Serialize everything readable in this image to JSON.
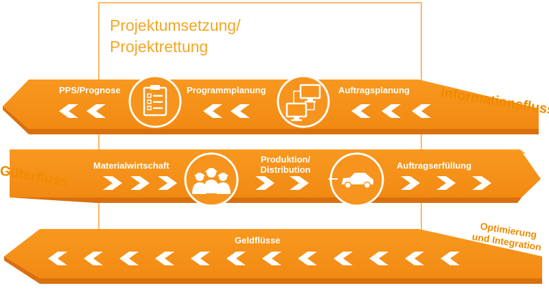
{
  "box_title": {
    "line1": "Projektumsetzung/",
    "line2": "Projektrettung"
  },
  "side_labels": {
    "information_flow": "Informationsfluss",
    "goods_flow": "Güterfluss",
    "optimization_line1": "Optimierung",
    "optimization_line2": "und Integration"
  },
  "band_information": {
    "stage1": "PPS/Prognose",
    "stage2": "Programmplanung",
    "stage3": "Auftragsplanung",
    "direction": "left",
    "icons": [
      "clipboard-checklist-icon",
      "computer-network-icon"
    ]
  },
  "band_goods": {
    "stage1": "Materialwirtschaft",
    "stage2_line1": "Produktion/",
    "stage2_line2": "Distribution",
    "stage3": "Auftragserfüllung",
    "direction": "right",
    "icons": [
      "worker-team-icon",
      "car-delivery-icon"
    ]
  },
  "band_money": {
    "stage1": "Geldflüsse",
    "direction": "left"
  },
  "colors": {
    "band": "#f7941d",
    "band_top": "#fbb040",
    "band_side": "#d9700f",
    "text_accent": "#f08a00",
    "box_border": "#f7a233",
    "white": "#ffffff"
  }
}
